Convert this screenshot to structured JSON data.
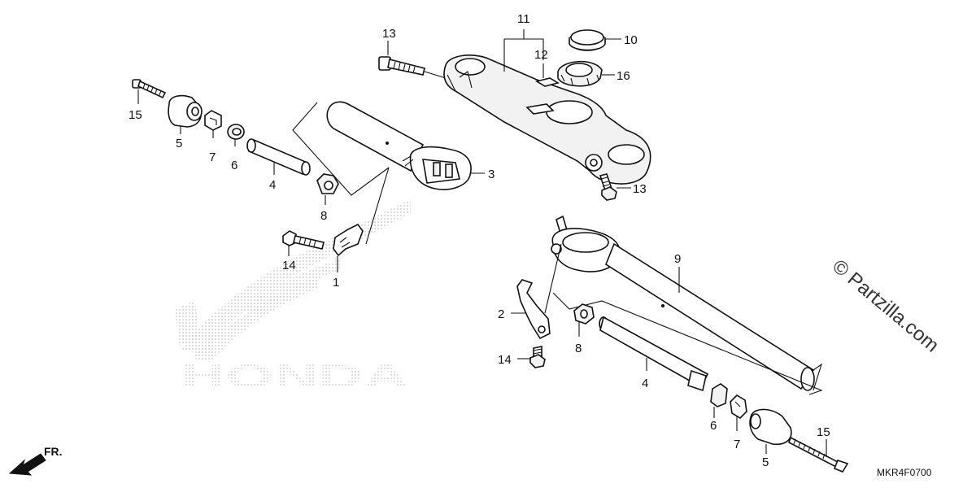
{
  "callouts": {
    "c1": "1",
    "c2": "2",
    "c3": "3",
    "c4a": "4",
    "c4b": "4",
    "c5a": "5",
    "c5b": "5",
    "c6a": "6",
    "c6b": "6",
    "c7a": "7",
    "c7b": "7",
    "c8a": "8",
    "c8b": "8",
    "c9": "9",
    "c10": "10",
    "c11": "11",
    "c12": "12",
    "c13a": "13",
    "c13b": "13",
    "c14a": "14",
    "c14b": "14",
    "c15a": "15",
    "c15b": "15",
    "c16": "16"
  },
  "watermark": "© Partzilla.com",
  "brand_logo_text": "HONDA",
  "front_indicator": "FR.",
  "diagram_code": "MKR4F0700",
  "colors": {
    "line": "#111111",
    "logo_dots": "#bbbbbb"
  }
}
